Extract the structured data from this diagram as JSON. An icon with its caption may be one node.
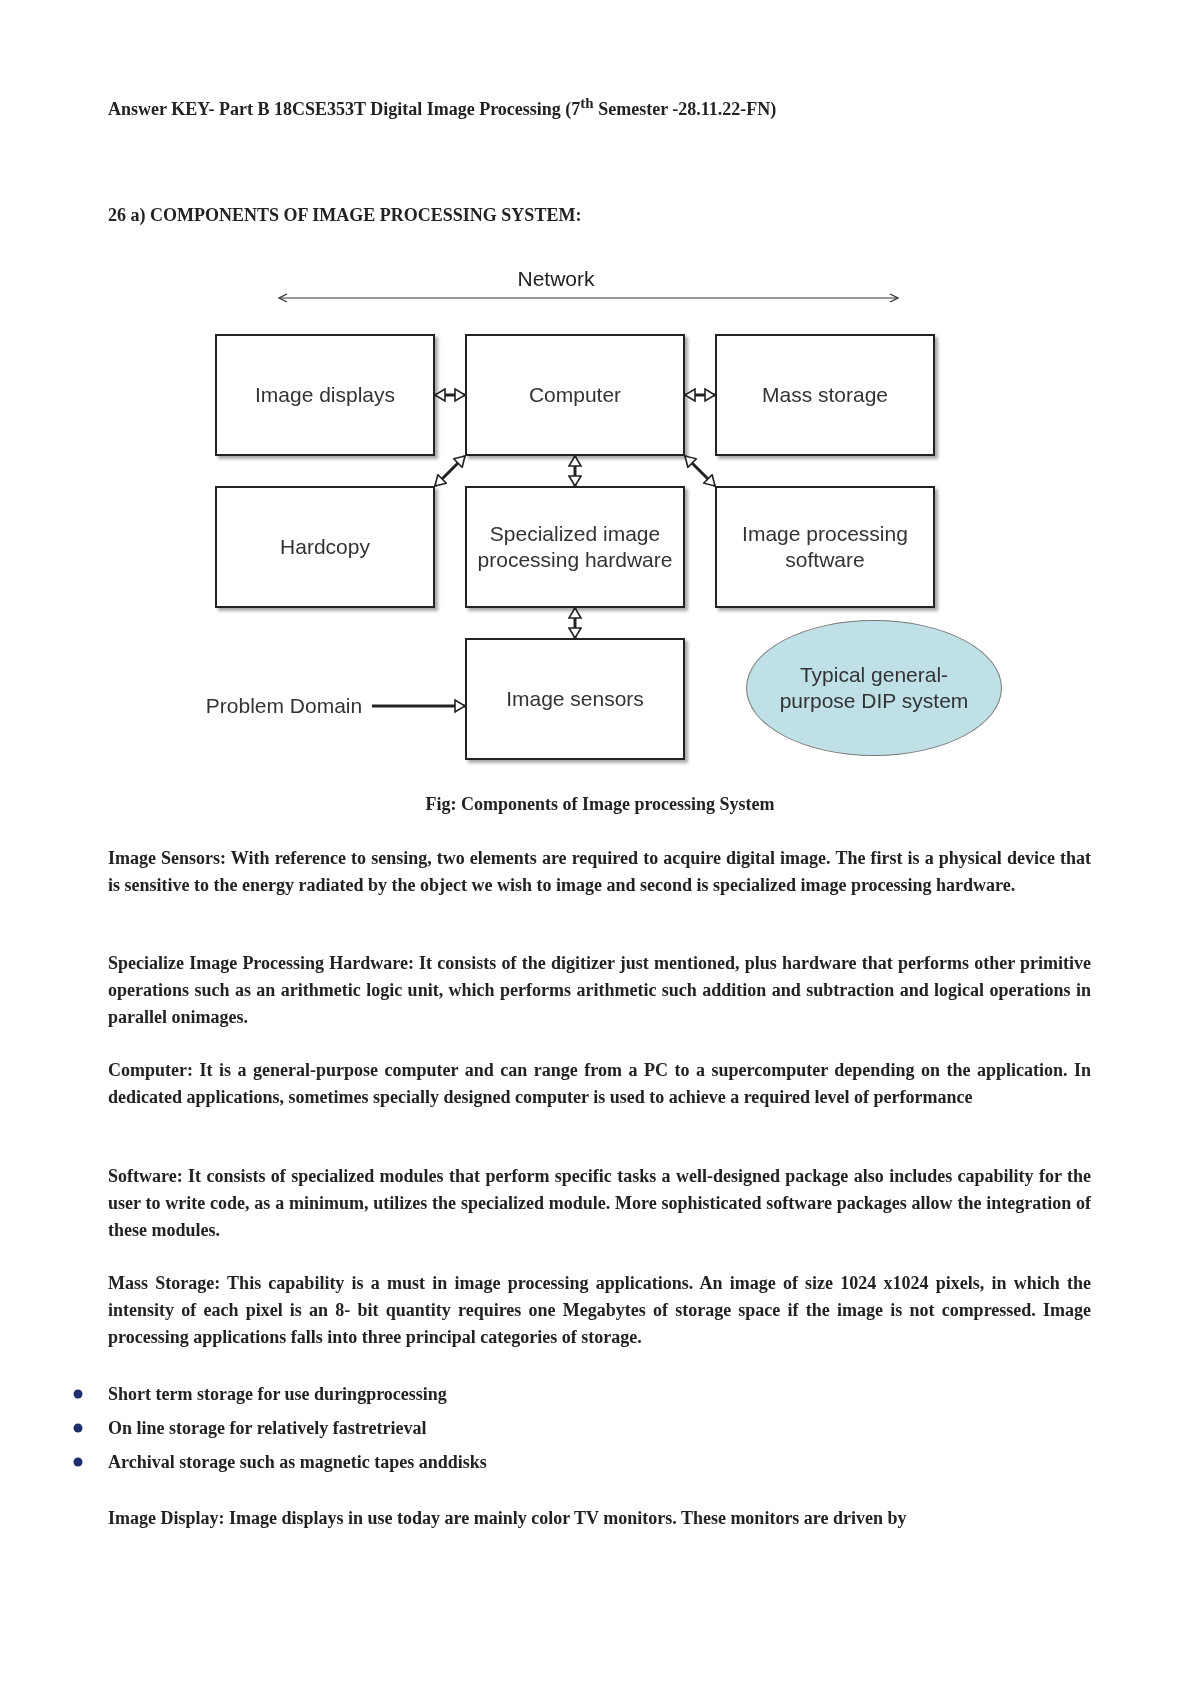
{
  "diagram": {
    "title": "26 a) COMPONENTS OF IMAGE PROCESSING SYSTEM:",
    "caption": "Fig: Components of Image processing System",
    "nodes": [
      {
        "text": [
          "Image displays"
        ]
      },
      {
        "text": [
          "Computer"
        ]
      },
      {
        "text": [
          "Mass storage"
        ]
      },
      {
        "text": [
          "Hardcopy"
        ]
      },
      {
        "text": [
          "Specialized image processing hardware"
        ]
      },
      {
        "text": [
          "Image processing software"
        ]
      },
      {
        "text": [
          "Problem Domain"
        ]
      },
      {
        "text": [
          "Image sensors"
        ]
      },
      {
        "text": [
          "Typical general-purpose DIP system"
        ]
      }
    ],
    "edges": [
      {
        "from": 0,
        "to": 1,
        "arrow": "both"
      },
      {
        "from": 1,
        "to": 2,
        "arrow": "both"
      },
      {
        "from": 3,
        "to": 1,
        "arrow": "both"
      },
      {
        "from": 1,
        "to": 4,
        "arrow": "both"
      },
      {
        "from": 1,
        "to": 5,
        "arrow": "both"
      },
      {
        "from": 4,
        "to": 7,
        "arrow": "both"
      },
      {
        "from": 6,
        "to": 7,
        "arrow": "to"
      }
    ],
    "labels": [
      "Answer KEY- Part B 18CSE353T Digital Image Processing (7$^{th}$ Semester -28.11.22-FN)",
      "Network",
      "Image Sensors: With reference to sensing, two elements are required to acquire digital image. The first is a physical device that is sensitive to the energy radiated by the object we wish to image and second is specialized image processing hardware.",
      "Specialize Image Processing Hardware: It consists of the digitizer just mentioned, plus hardware that performs other primitive operations such as an arithmetic logic unit, which performs arithmetic such addition and subtraction and logical operations in parallel onimages.",
      "Computer: It is a general-purpose computer and can range from a PC to a supercomputer depending on the application. In dedicated applications, sometimes specially designed computer is used to achieve a required level of performance",
      "Software: It consists of specialized modules that perform specific tasks a well-designed package also includes capability for the user to write code, as a minimum, utilizes the specialized module. More sophisticated software packages allow the integration of these modules.",
      "Mass Storage: This capability is a must in image processing applications. An image of size 1024 x1024 pixels, in which the intensity of each pixel is an 8- bit quantity requires one Megabytes of storage space if the image is not compressed. Image processing applications falls into three principal categories of storage.",
      "Short term storage for use duringprocessing",
      "On line storage for relatively fastretrieval",
      "Archival storage such as magnetic tapes anddisks",
      "Image Display: Image displays in use today are mainly color TV monitors. These monitors are driven by"
    ]
  }
}
